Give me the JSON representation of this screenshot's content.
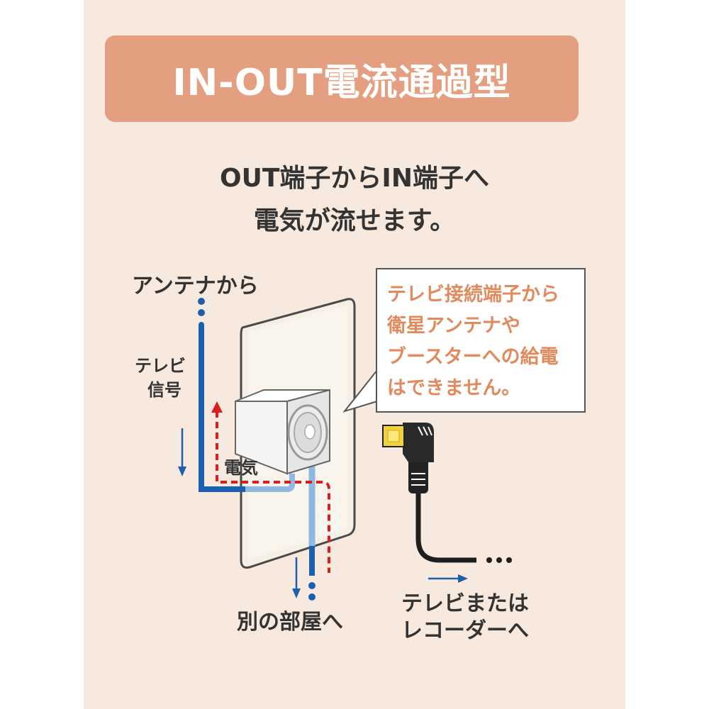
{
  "title": "IN-OUT電流通過型",
  "subtitle": [
    "OUT端子からIN端子へ",
    "電気が流せます。"
  ],
  "callout": [
    "テレビ接続端子から",
    "衛星アンテナや",
    "ブースターへの給電",
    "はできません。"
  ],
  "labels": {
    "from_antenna": "アンテナから",
    "tv_signal": [
      "テレビ",
      "信号"
    ],
    "electricity": "電気",
    "to_other_room": "別の部屋へ",
    "to_tv_recorder": [
      "テレビまたは",
      "レコーダーへ"
    ]
  },
  "colors": {
    "background": "#f8e9de",
    "title_bar": "#e39f7f",
    "callout_text": "#e08a5e",
    "signal_line": "#1c5fb0",
    "light_line": "#8fb8e3",
    "electric_line": "#d81e1e",
    "plug_gold": "#f2d23a"
  }
}
